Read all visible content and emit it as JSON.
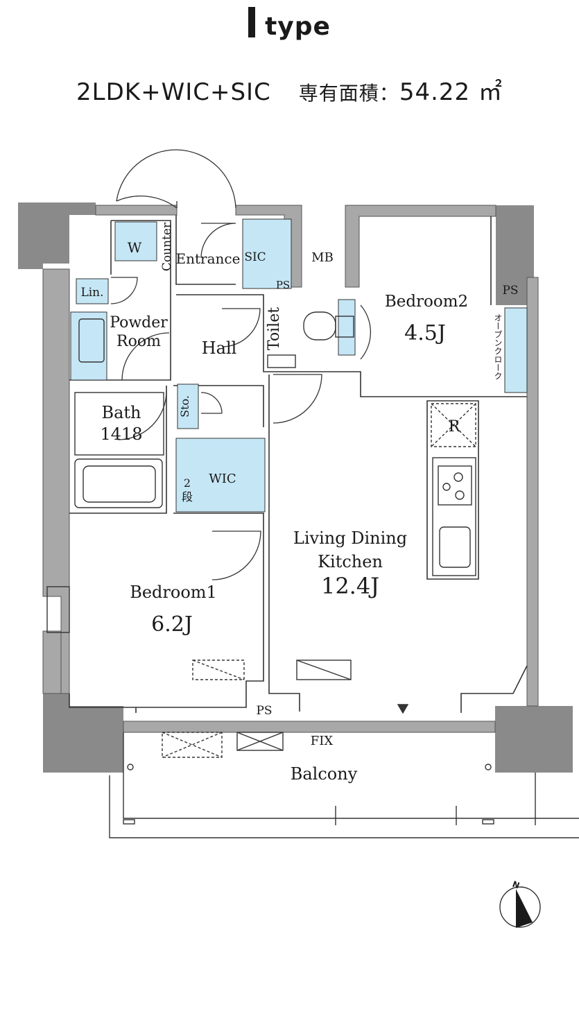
{
  "header": {
    "type_letter": "I",
    "type_word": "type",
    "layout_code": "2LDK+WIC+SIC",
    "area_label": "専有面積：",
    "area_value": "54.22 ㎡"
  },
  "rooms": {
    "wash": "W",
    "counter": "Counter",
    "entrance": "Entrance",
    "sic": "SIC",
    "mb": "MB",
    "ps_entrance": "PS",
    "ps_bedroom2": "PS",
    "ps_balcony": "PS",
    "linen": "Lin.",
    "powder_room_1": "Powder",
    "powder_room_2": "Room",
    "hall": "Hall",
    "toilet": "Toilet",
    "bedroom2": "Bedroom2",
    "bedroom2_size": "4.5J",
    "open_closet": "オープンクローク",
    "bath": "Bath",
    "bath_size": "1418",
    "storage": "Sto.",
    "fridge": "R",
    "wic": "WIC",
    "shelf_2": "2",
    "shelf_dan": "段",
    "ldk_1": "Living Dining",
    "ldk_2": "Kitchen",
    "ldk_size": "12.4J",
    "bedroom1": "Bedroom1",
    "bedroom1_size": "6.2J",
    "fix": "FIX",
    "balcony": "Balcony",
    "north": "N"
  },
  "colors": {
    "wall": "#9b9b9b",
    "structure": "#8a8a8a",
    "storage_fill": "#c5e6f5",
    "line": "#333333"
  }
}
